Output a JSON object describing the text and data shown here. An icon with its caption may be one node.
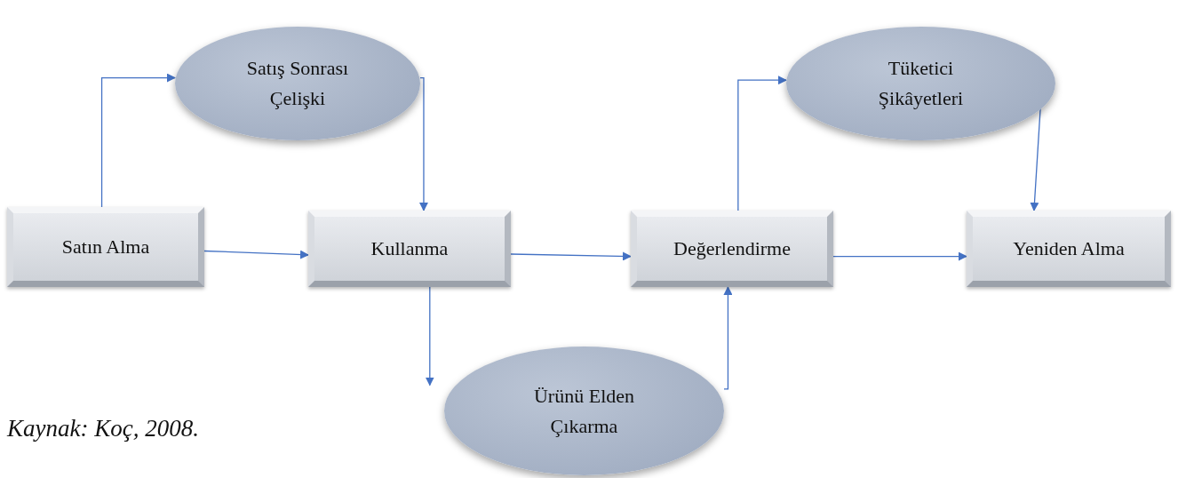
{
  "diagram": {
    "caption": "Kaynak: Koç, 2008.",
    "nodes": [
      {
        "text": [
          "Satın Alma"
        ]
      },
      {
        "text": [
          "Satış Sonrası Çelişki"
        ]
      },
      {
        "text": [
          "Kullanma"
        ]
      },
      {
        "text": [
          "Ürünü Elden Çıkarma"
        ]
      },
      {
        "text": [
          "Değerlendirme"
        ]
      },
      {
        "text": [
          "Tüketici Şikâyetleri"
        ]
      },
      {
        "text": [
          "Yeniden Alma"
        ]
      }
    ],
    "edges": [
      {
        "from": 0,
        "to": 1,
        "arrow": "to"
      },
      {
        "from": 1,
        "to": 2,
        "arrow": "to"
      },
      {
        "from": 0,
        "to": 2,
        "arrow": "to"
      },
      {
        "from": 2,
        "to": 3,
        "arrow": "to"
      },
      {
        "from": 3,
        "to": 4,
        "arrow": "to"
      },
      {
        "from": 2,
        "to": 4,
        "arrow": "to"
      },
      {
        "from": 4,
        "to": 5,
        "arrow": "to"
      },
      {
        "from": 5,
        "to": 6,
        "arrow": "to"
      },
      {
        "from": 4,
        "to": 6,
        "arrow": "to"
      }
    ]
  }
}
